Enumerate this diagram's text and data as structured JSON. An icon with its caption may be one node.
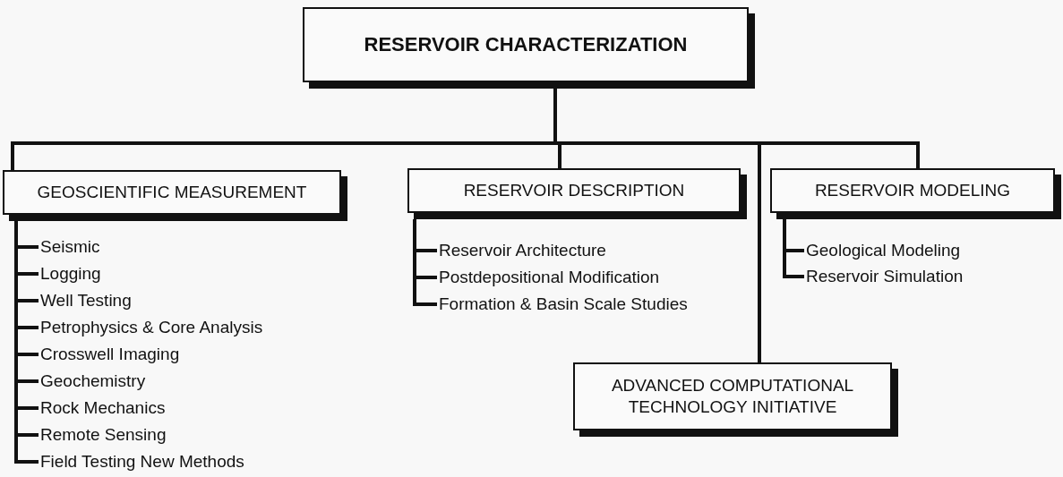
{
  "diagram": {
    "nodes": [
      {
        "text": [
          "RESERVOIR CHARACTERIZATION"
        ]
      },
      {
        "text": [
          "GEOSCIENTIFIC MEASUREMENT"
        ]
      },
      {
        "text": [
          "Seismic"
        ]
      },
      {
        "text": [
          "Logging"
        ]
      },
      {
        "text": [
          "Well Testing"
        ]
      },
      {
        "text": [
          "Petrophysics & Core Analysis"
        ]
      },
      {
        "text": [
          "Crosswell Imaging"
        ]
      },
      {
        "text": [
          "Geochemistry"
        ]
      },
      {
        "text": [
          "Rock Mechanics"
        ]
      },
      {
        "text": [
          "Remote Sensing"
        ]
      },
      {
        "text": [
          "Field Testing New Methods"
        ]
      },
      {
        "text": [
          "RESERVOIR DESCRIPTION"
        ]
      },
      {
        "text": [
          "Reservoir Architecture"
        ]
      },
      {
        "text": [
          "Postdepositional Modification"
        ]
      },
      {
        "text": [
          "Formation & Basin Scale Studies"
        ]
      },
      {
        "text": [
          "RESERVOIR MODELING"
        ]
      },
      {
        "text": [
          "Geological Modeling"
        ]
      },
      {
        "text": [
          "Reservoir Simulation"
        ]
      },
      {
        "text": [
          "ADVANCED COMPUTATIONAL TECHNOLOGY INITIATIVE"
        ]
      }
    ],
    "edges": [
      {
        "from": 0,
        "to": 1,
        "arrow": "none"
      },
      {
        "from": 0,
        "to": 11,
        "arrow": "none"
      },
      {
        "from": 0,
        "to": 15,
        "arrow": "none"
      },
      {
        "from": 0,
        "to": 18,
        "arrow": "none"
      },
      {
        "from": 1,
        "to": 2,
        "arrow": "none"
      },
      {
        "from": 1,
        "to": 3,
        "arrow": "none"
      },
      {
        "from": 1,
        "to": 4,
        "arrow": "none"
      },
      {
        "from": 1,
        "to": 5,
        "arrow": "none"
      },
      {
        "from": 1,
        "to": 6,
        "arrow": "none"
      },
      {
        "from": 1,
        "to": 7,
        "arrow": "none"
      },
      {
        "from": 1,
        "to": 8,
        "arrow": "none"
      },
      {
        "from": 1,
        "to": 9,
        "arrow": "none"
      },
      {
        "from": 1,
        "to": 10,
        "arrow": "none"
      },
      {
        "from": 11,
        "to": 12,
        "arrow": "none"
      },
      {
        "from": 11,
        "to": 13,
        "arrow": "none"
      },
      {
        "from": 11,
        "to": 14,
        "arrow": "none"
      },
      {
        "from": 15,
        "to": 16,
        "arrow": "none"
      },
      {
        "from": 15,
        "to": 17,
        "arrow": "none"
      }
    ]
  }
}
